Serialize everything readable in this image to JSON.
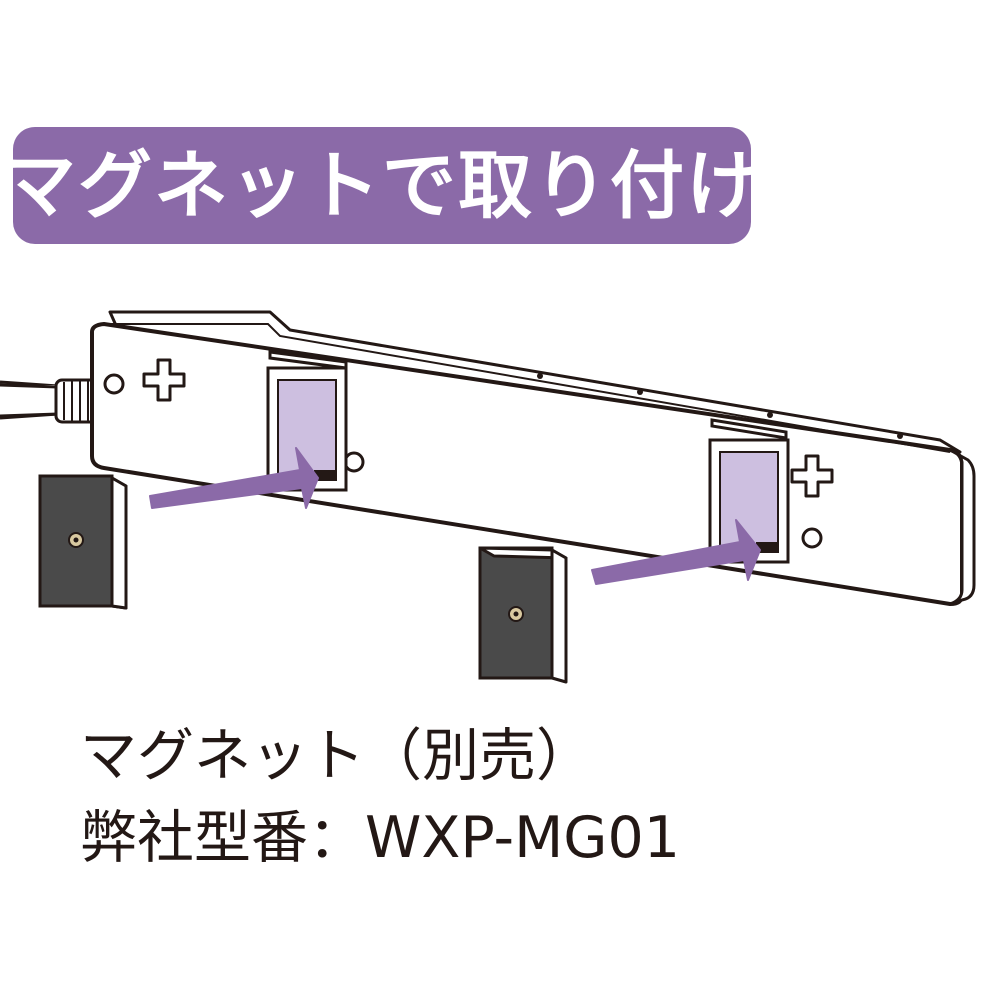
{
  "banner": {
    "title": "マグネットで取り付け",
    "color": "#8b6aa8"
  },
  "illustration": {
    "strip_color": "#ffffff",
    "outline_color": "#231815",
    "slot_color": "#cdbfe0",
    "arrow_color": "#8b6aa8",
    "magnet_color": "#4a4a4a",
    "icons": [
      "power-strip",
      "screw-hole-icon",
      "magnet-icon",
      "arrow-icon",
      "power-cord"
    ]
  },
  "caption": {
    "line1": "マグネット（別売）",
    "line2": "弊社型番：WXP-MG01"
  }
}
